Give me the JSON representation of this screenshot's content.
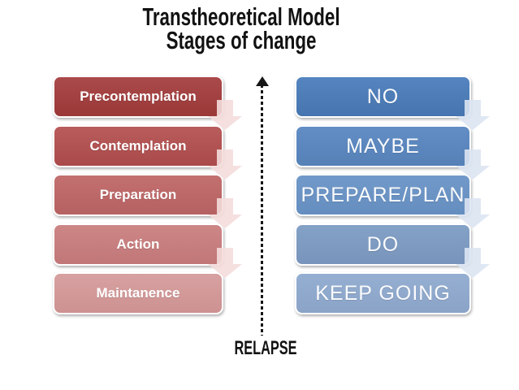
{
  "title": {
    "line1": "Transtheoretical Model",
    "line2": "Stages of change"
  },
  "columns": {
    "left_column": {
      "arrow_color": "rgba(244,220,220,0.9)",
      "stages": [
        {
          "label": "Precontemplation",
          "fill_top": "#ab4a4a",
          "fill_bottom": "#9a3838"
        },
        {
          "label": "Contemplation",
          "fill_top": "#b95c5c",
          "fill_bottom": "#aa4a4a"
        },
        {
          "label": "Preparation",
          "fill_top": "#c37070",
          "fill_bottom": "#b66161"
        },
        {
          "label": "Action",
          "fill_top": "#cd8686",
          "fill_bottom": "#c17777"
        },
        {
          "label": "Maintanence",
          "fill_top": "#d8a1a1",
          "fill_bottom": "#cd9191"
        }
      ]
    },
    "right_column": {
      "arrow_color": "rgba(219,228,242,0.9)",
      "stages": [
        {
          "label": "NO",
          "fill_top": "#5585c0",
          "fill_bottom": "#4674ae"
        },
        {
          "label": "MAYBE",
          "fill_top": "#628dc5",
          "fill_bottom": "#5581b7"
        },
        {
          "label": "PREPARE/PLAN",
          "fill_top": "#7199c9",
          "fill_bottom": "#658ec0"
        },
        {
          "label": "DO",
          "fill_top": "#84a1c6",
          "fill_bottom": "#7894bc"
        },
        {
          "label": "KEEP GOING",
          "fill_top": "#95afd2",
          "fill_bottom": "#8aa3c7"
        }
      ]
    }
  },
  "relapse": {
    "label": "RELAPSE"
  },
  "layout_colors": {
    "background": "#ffffff",
    "title_text": "#121212",
    "relapse_arrow": "#161616",
    "box_border": "#ffffff"
  }
}
